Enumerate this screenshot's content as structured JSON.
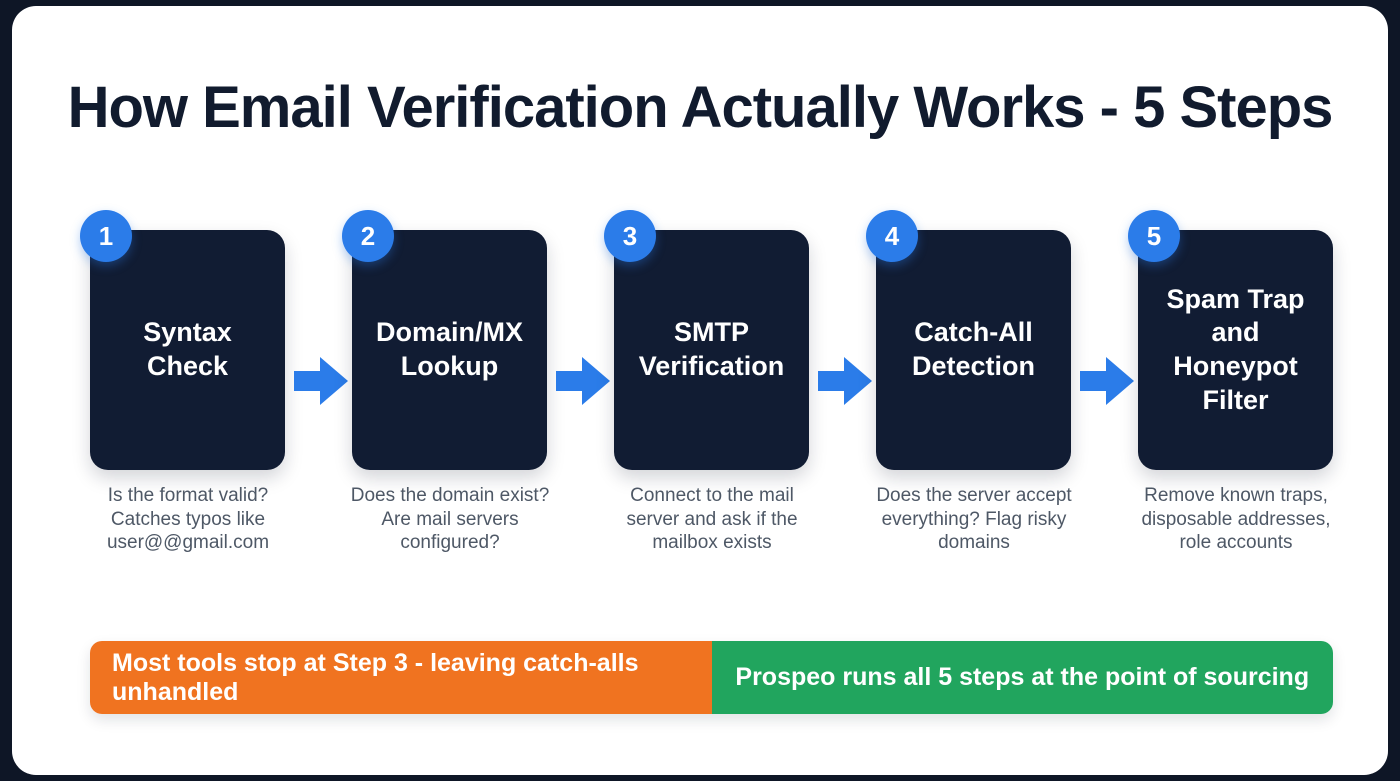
{
  "page": {
    "title": "How Email Verification Actually Works - 5 Steps"
  },
  "steps": [
    {
      "number": "1",
      "title": "Syntax Check",
      "description": "Is the format valid? Catches typos like user@@gmail.com"
    },
    {
      "number": "2",
      "title": "Domain/MX Lookup",
      "description": "Does the domain exist? Are mail servers configured?"
    },
    {
      "number": "3",
      "title": "SMTP Verification",
      "description": "Connect to the mail server and ask if the mailbox exists"
    },
    {
      "number": "4",
      "title": "Catch-All Detection",
      "description": "Does the server accept everything? Flag risky domains"
    },
    {
      "number": "5",
      "title": "Spam Trap and Honeypot Filter",
      "description": "Remove known traps, disposable addresses, role accounts"
    }
  ],
  "banners": {
    "warning": {
      "text": "Most tools stop at Step 3 - leaving catch-alls unhandled",
      "color": "#f07320"
    },
    "success": {
      "text": "Prospeo runs all 5 steps at the point of sourcing",
      "color": "#21a55e"
    }
  },
  "colors": {
    "accent_blue": "#2b7ce9",
    "card_background": "#111c33",
    "title_text": "#111b2e",
    "description_text": "#4e5866",
    "canvas_background": "#ffffff",
    "outer_edge": "#0e1626"
  }
}
